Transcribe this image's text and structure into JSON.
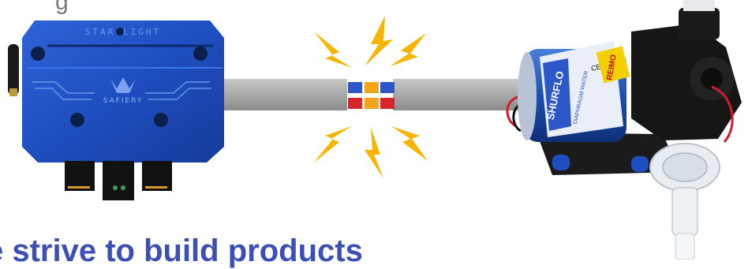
{
  "controller": {
    "brand_text": "STAR LIGHT",
    "logo_text": "SAFIERY"
  },
  "pump": {
    "label_text": "SHURFLO",
    "label_subtext": "DIAPHRAGM WATER",
    "ce_text": "CE",
    "brand_text": "REIMO"
  },
  "headline": "e strive to build products"
}
